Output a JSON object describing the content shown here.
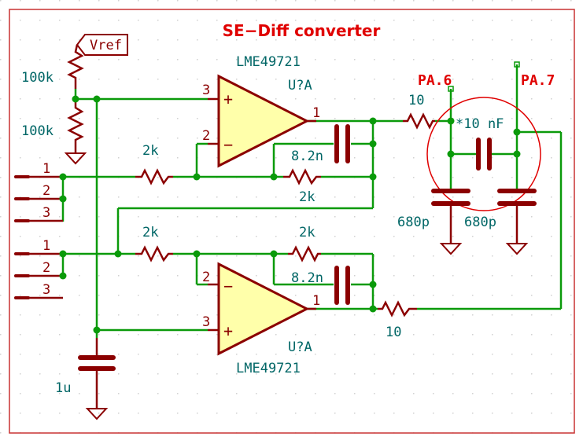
{
  "title": "SE−Diff converter",
  "ports": {
    "pa6": "PA.6",
    "pa7": "PA.7"
  },
  "vref_label": "Vref",
  "labels": {
    "r_vref_top": "100k",
    "r_vref_bot": "100k",
    "r_in_top": "2k",
    "r_fb_top": "2k",
    "r_in_bot": "2k",
    "r_fb_bot": "2k",
    "c_fb_top": "8.2n",
    "c_fb_bot": "8.2n",
    "r_out_top": "10",
    "r_out_bot": "10",
    "c_diff": "*10 nF",
    "c_shunt_left": "680p",
    "c_shunt_right": "680p",
    "c_bias": "1u"
  },
  "opamp_top": {
    "part": "LME49721",
    "ref": "U?A",
    "pin_plus": "3",
    "pin_minus": "2",
    "pin_out": "1",
    "plus_sign": "+",
    "minus_sign": "−"
  },
  "opamp_bot": {
    "part": "LME49721",
    "ref": "U?A",
    "pin_plus": "3",
    "pin_minus": "2",
    "pin_out": "1",
    "plus_sign": "+",
    "minus_sign": "−"
  },
  "conn_top": {
    "pins": [
      "1",
      "2",
      "3"
    ]
  },
  "conn_bot": {
    "pins": [
      "1",
      "2",
      "3"
    ]
  },
  "colors": {
    "wire": "#0a9a0a",
    "component": "#8b0000",
    "text": "#006666",
    "title": "#e00000",
    "opamp_fill": "#ffffaa"
  }
}
